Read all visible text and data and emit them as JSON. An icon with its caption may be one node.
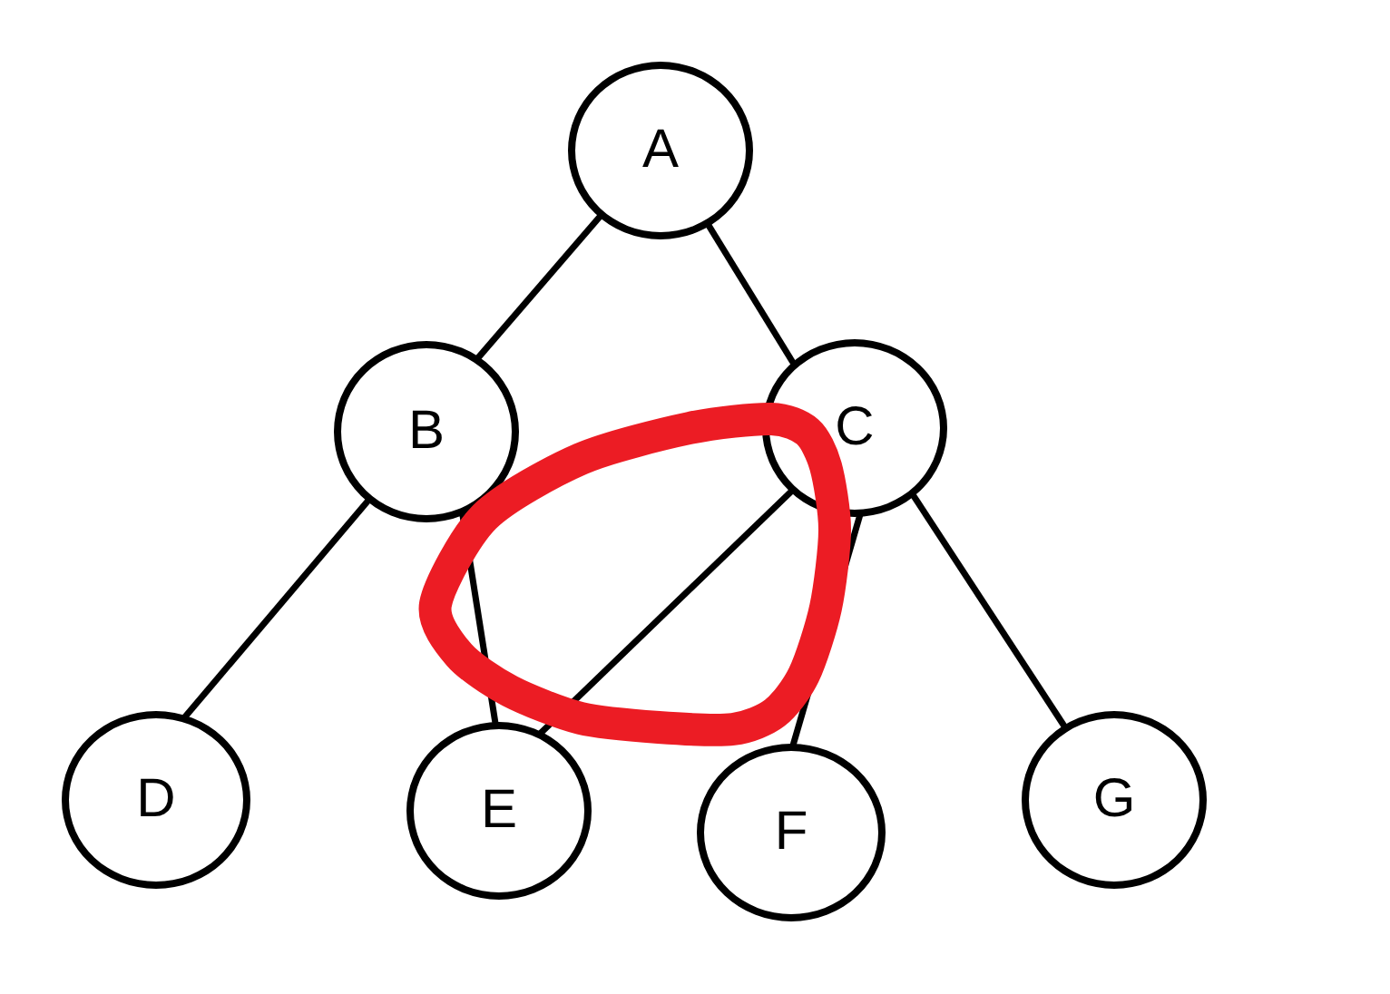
{
  "diagram": {
    "nodes": [
      {
        "text": [
          "A"
        ]
      },
      {
        "text": [
          "B"
        ]
      },
      {
        "text": [
          "C"
        ]
      },
      {
        "text": [
          "D"
        ]
      },
      {
        "text": [
          "E"
        ]
      },
      {
        "text": [
          "F"
        ]
      },
      {
        "text": [
          "G"
        ]
      }
    ],
    "edges": [
      {
        "from": 0,
        "to": 1,
        "arrow": "none"
      },
      {
        "from": 0,
        "to": 2,
        "arrow": "none"
      },
      {
        "from": 1,
        "to": 3,
        "arrow": "none"
      },
      {
        "from": 1,
        "to": 4,
        "arrow": "none"
      },
      {
        "from": 2,
        "to": 4,
        "arrow": "none"
      },
      {
        "from": 2,
        "to": 5,
        "arrow": "none"
      },
      {
        "from": 2,
        "to": 6,
        "arrow": "none"
      }
    ]
  }
}
